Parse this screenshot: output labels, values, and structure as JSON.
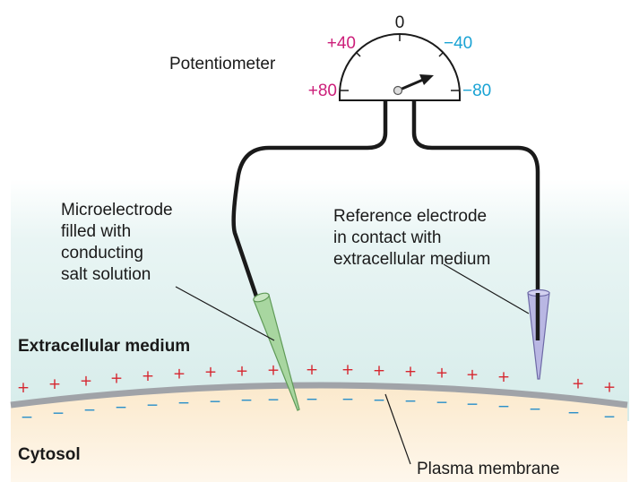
{
  "labels": {
    "potentiometer": "Potentiometer",
    "microelectrode": [
      "Microelectrode",
      "filled with",
      "conducting",
      "salt solution"
    ],
    "reference": [
      "Reference electrode",
      "in contact with",
      "extracellular medium"
    ],
    "extracellular": "Extracellular medium",
    "cytosol": "Cytosol",
    "membrane": "Plasma membrane"
  },
  "dial": {
    "zero": "0",
    "pos40": "+40",
    "neg40": "−40",
    "pos80": "+80",
    "neg80": "−80"
  },
  "charges": {
    "outside": "+",
    "inside": "−"
  },
  "colors": {
    "positive": "#cc1f7a",
    "negative": "#1aa3d4",
    "plus_charge": "#d6262f",
    "minus_charge": "#2a8fc9",
    "microelectrode": "#a8d6a0",
    "reference_electrode": "#b9b7e3",
    "extracellular": "#dff0ef",
    "cytosol": "#fdf1dc",
    "membrane": "#a0a3a8"
  }
}
